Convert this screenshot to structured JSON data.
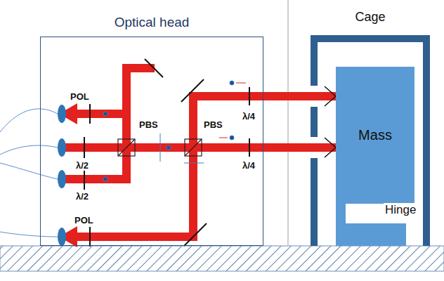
{
  "diagram": {
    "nodes": [
      {
        "text": [
          "Optical head"
        ]
      },
      {
        "text": [
          "Cage"
        ]
      },
      {
        "text": [
          "Mass"
        ],
        "in": 1
      }
    ],
    "labels": [
      "POL",
      "PBS",
      "λ/2",
      "λ/2",
      "POL",
      "PBS",
      "λ/4",
      "λ/4",
      "Hinge"
    ]
  }
}
